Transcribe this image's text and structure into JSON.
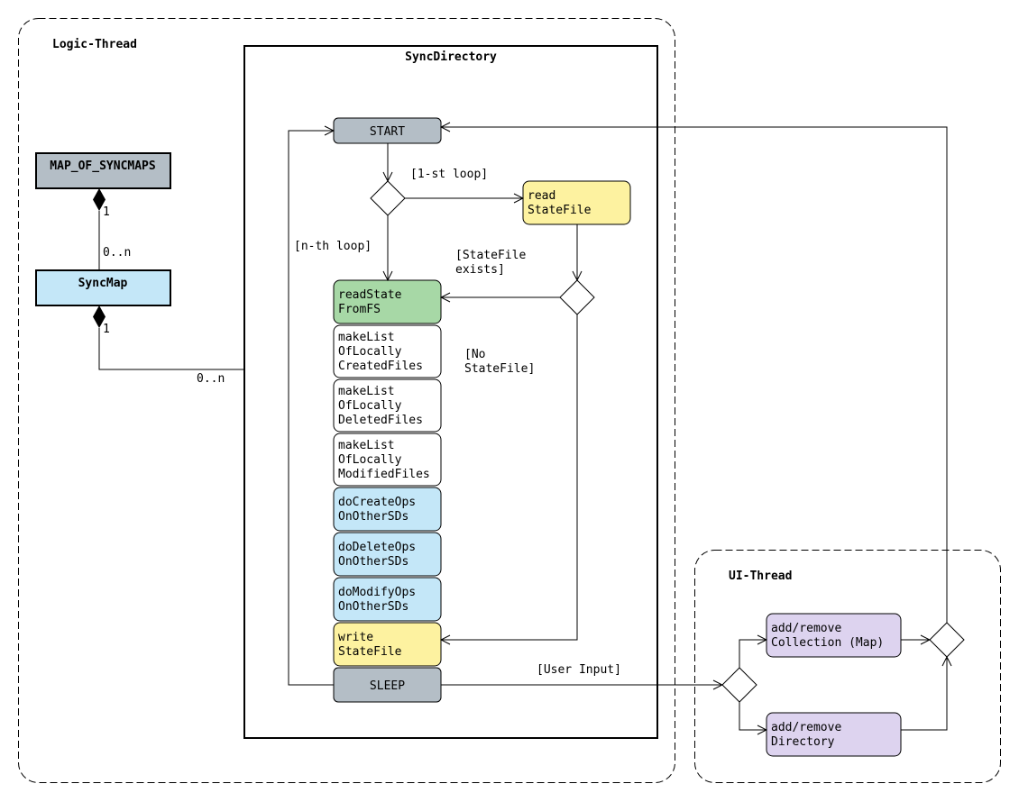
{
  "colors": {
    "gray": "#b4bec6",
    "light_blue": "#c4e7f8",
    "green": "#a7d8a6",
    "yellow": "#fdf2a0",
    "lavender": "#ddd3ef",
    "white": "#ffffff"
  },
  "logic_thread": {
    "title": "Logic-Thread"
  },
  "ui_thread": {
    "title": "UI-Thread"
  },
  "sync_directory": {
    "title": "SyncDirectory"
  },
  "classes": {
    "map_of_syncmaps": "MAP_OF_SYNCMAPS",
    "syncmap": "SyncMap"
  },
  "multiplicities": {
    "map_one": "1",
    "map_many": "0..n",
    "syncmap_one": "1",
    "syncdir_many": "0..n"
  },
  "nodes": {
    "start": "START",
    "read_state_file": [
      "read",
      "StateFile"
    ],
    "read_state_from_fs": [
      "readState",
      "FromFS"
    ],
    "make_list_created": [
      "makeList",
      "OfLocally",
      "CreatedFiles"
    ],
    "make_list_deleted": [
      "makeList",
      "OfLocally",
      "DeletedFiles"
    ],
    "make_list_modified": [
      "makeList",
      "OfLocally",
      "ModifiedFiles"
    ],
    "do_create_ops": [
      "doCreateOps",
      "OnOtherSDs"
    ],
    "do_delete_ops": [
      "doDeleteOps",
      "OnOtherSDs"
    ],
    "do_modify_ops": [
      "doModifyOps",
      "OnOtherSDs"
    ],
    "write_state_file": [
      "write",
      "StateFile"
    ],
    "sleep": "SLEEP",
    "add_remove_collection": [
      "add/remove",
      "Collection (Map)"
    ],
    "add_remove_directory": [
      "add/remove",
      "Directory"
    ]
  },
  "guards": {
    "first_loop": "[1-st loop]",
    "nth_loop": "[n-th loop]",
    "statefile_exists": [
      "[StateFile",
      "exists]"
    ],
    "no_statefile": [
      "[No",
      "StateFile]"
    ],
    "user_input": "[User Input]"
  }
}
